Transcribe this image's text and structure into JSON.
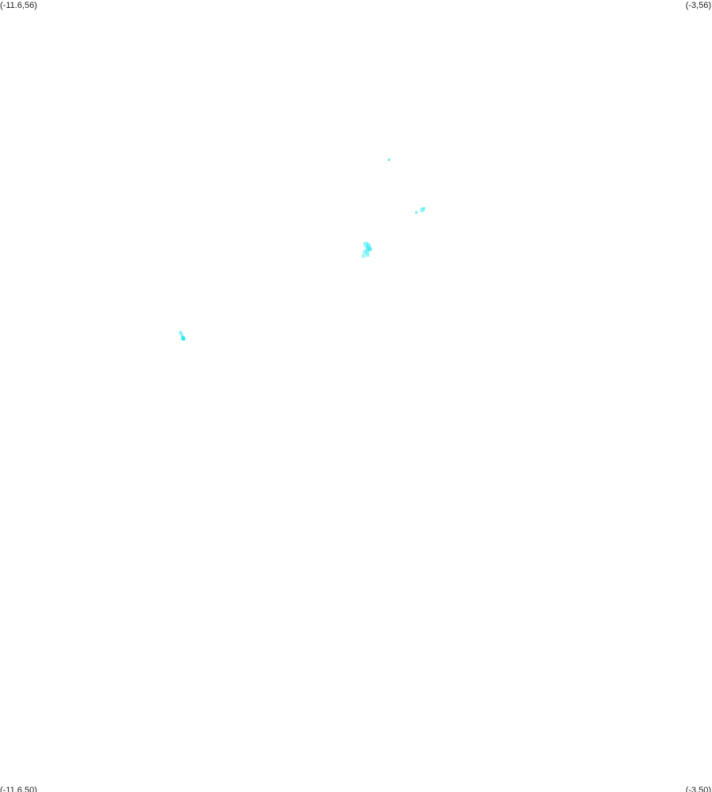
{
  "map": {
    "bounds": {
      "lon_min": -11.6,
      "lon_max": -3,
      "lat_min": 50,
      "lat_max": 56
    },
    "corner_labels": {
      "top_left": "(-11.6,56)",
      "top_right": "(-3,56)",
      "bottom_left": "(-11.6,50)",
      "bottom_right": "(-3,50)"
    },
    "point_color": "#00e5ee",
    "points": [
      {
        "lon": -6.9,
        "lat": 54.79,
        "w": 0.03,
        "opacity": 0.55
      },
      {
        "lon": -6.57,
        "lat": 54.39,
        "w": 0.03,
        "opacity": 0.55
      },
      {
        "lon": -6.5,
        "lat": 54.41,
        "w": 0.05,
        "opacity": 0.45
      },
      {
        "lon": -6.48,
        "lat": 54.42,
        "w": 0.035,
        "opacity": 0.4
      },
      {
        "lon": -7.18,
        "lat": 54.15,
        "w": 0.06,
        "opacity": 0.4
      },
      {
        "lon": -7.15,
        "lat": 54.14,
        "w": 0.05,
        "opacity": 0.45
      },
      {
        "lon": -7.14,
        "lat": 54.12,
        "w": 0.05,
        "opacity": 0.4
      },
      {
        "lon": -7.17,
        "lat": 54.12,
        "w": 0.04,
        "opacity": 0.35
      },
      {
        "lon": -7.13,
        "lat": 54.11,
        "w": 0.045,
        "opacity": 0.45
      },
      {
        "lon": -7.16,
        "lat": 54.1,
        "w": 0.045,
        "opacity": 0.4
      },
      {
        "lon": -7.19,
        "lat": 54.09,
        "w": 0.05,
        "opacity": 0.4
      },
      {
        "lon": -7.16,
        "lat": 54.07,
        "w": 0.045,
        "opacity": 0.4
      },
      {
        "lon": -7.21,
        "lat": 54.06,
        "w": 0.045,
        "opacity": 0.35
      },
      {
        "lon": -9.42,
        "lat": 53.48,
        "w": 0.035,
        "opacity": 0.55
      },
      {
        "lon": -9.4,
        "lat": 53.46,
        "w": 0.03,
        "opacity": 0.5
      },
      {
        "lon": -9.39,
        "lat": 53.44,
        "w": 0.045,
        "opacity": 0.75
      },
      {
        "lon": -9.38,
        "lat": 53.43,
        "w": 0.035,
        "opacity": 0.65
      }
    ]
  }
}
